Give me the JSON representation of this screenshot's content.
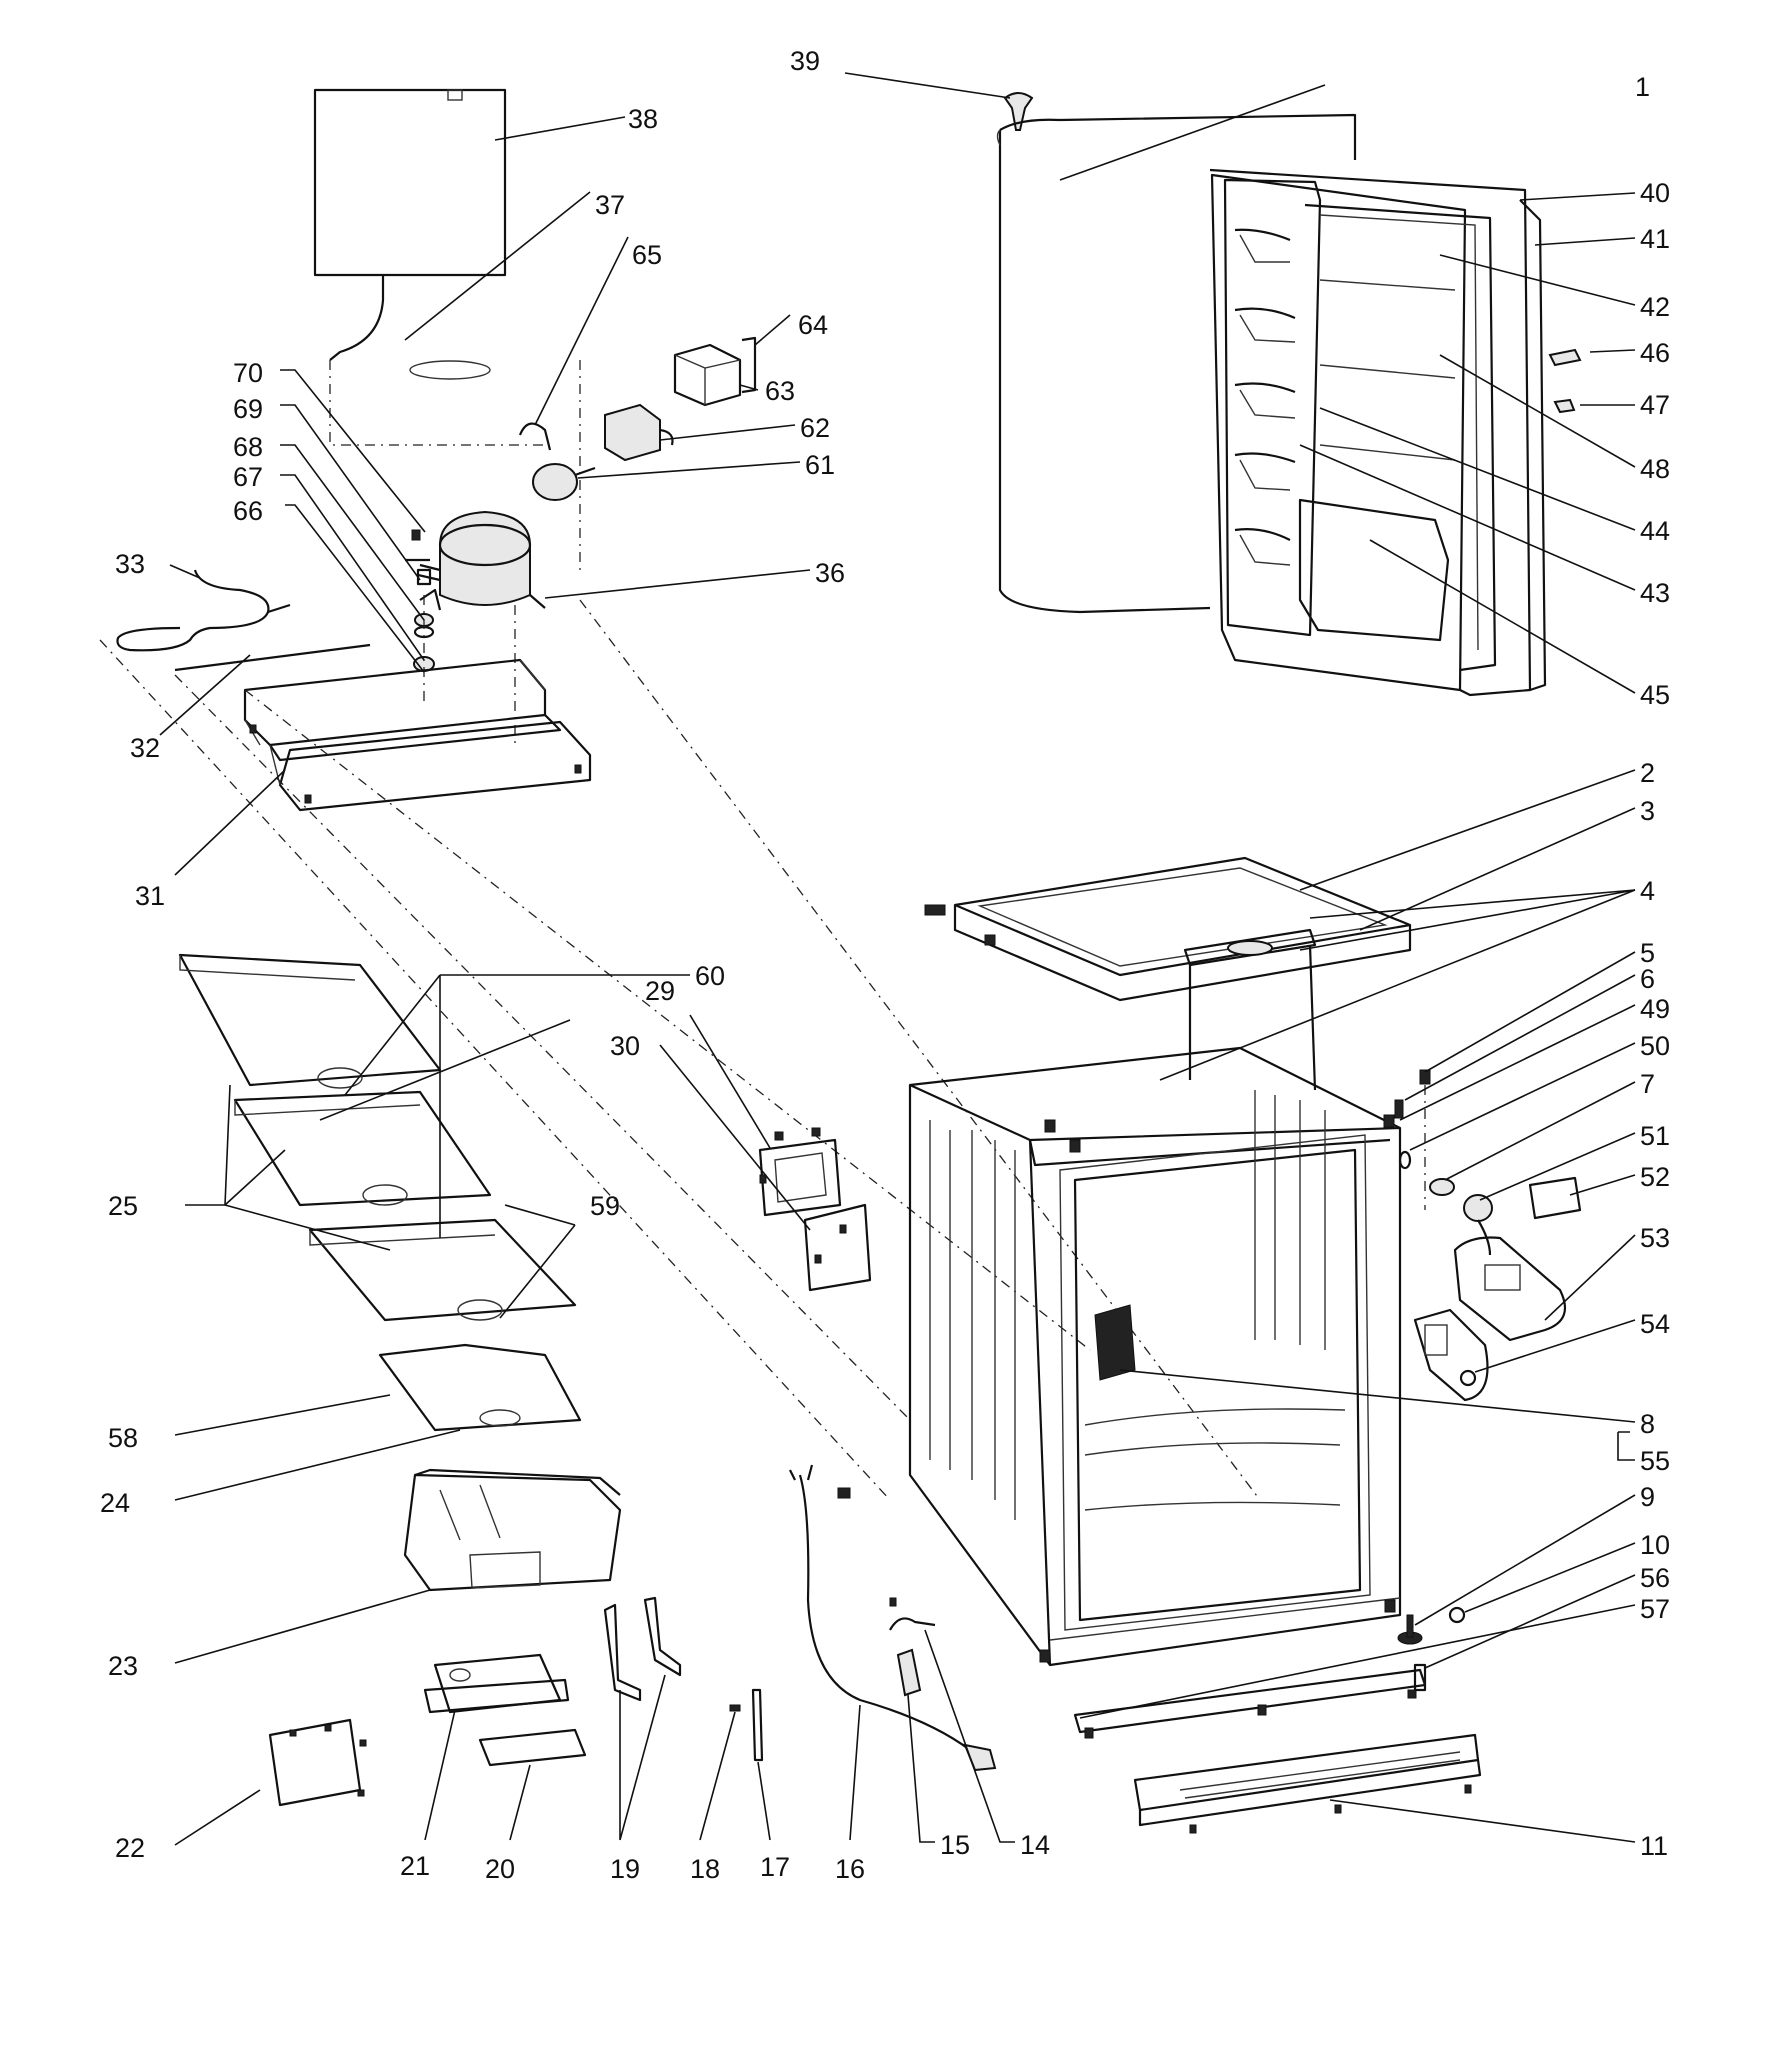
{
  "callouts": {
    "c1": "1",
    "c2": "2",
    "c3": "3",
    "c4": "4",
    "c5": "5",
    "c6": "6",
    "c7": "7",
    "c8": "8",
    "c9": "9",
    "c10": "10",
    "c11": "11",
    "c14": "14",
    "c15": "15",
    "c16": "16",
    "c17": "17",
    "c18": "18",
    "c19": "19",
    "c20": "20",
    "c21": "21",
    "c22": "22",
    "c23": "23",
    "c24": "24",
    "c25": "25",
    "c29": "29",
    "c30": "30",
    "c31": "31",
    "c32": "32",
    "c33": "33",
    "c36": "36",
    "c37": "37",
    "c38": "38",
    "c39": "39",
    "c40": "40",
    "c41": "41",
    "c42": "42",
    "c43": "43",
    "c44": "44",
    "c45": "45",
    "c46": "46",
    "c47": "47",
    "c48": "48",
    "c49": "49",
    "c50": "50",
    "c51": "51",
    "c52": "52",
    "c53": "53",
    "c54": "54",
    "c55": "55",
    "c56": "56",
    "c57": "57",
    "c58": "58",
    "c59": "59",
    "c60": "60",
    "c61": "61",
    "c62": "62",
    "c63": "63",
    "c64": "64",
    "c65": "65",
    "c66": "66",
    "c67": "67",
    "c68": "68",
    "c69": "69",
    "c70": "70"
  }
}
